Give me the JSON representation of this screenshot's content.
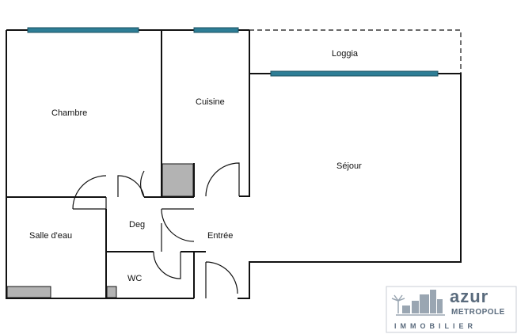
{
  "rooms": {
    "chambre": "Chambre",
    "cuisine": "Cuisine",
    "loggia": "Loggia",
    "sejour": "Séjour",
    "salle_eau": "Salle d'eau",
    "deg": "Deg",
    "entree": "Entrée",
    "wc": "WC"
  },
  "logo": {
    "name": "azur",
    "sub": "METROPOLE",
    "tagline": "IMMOBILIER",
    "icon": "palm-skyline-icon"
  },
  "colors": {
    "window": "#2e7e96",
    "walls": "#111111",
    "fixture": "#b3b3b3",
    "logo": "#5a6b7d"
  }
}
